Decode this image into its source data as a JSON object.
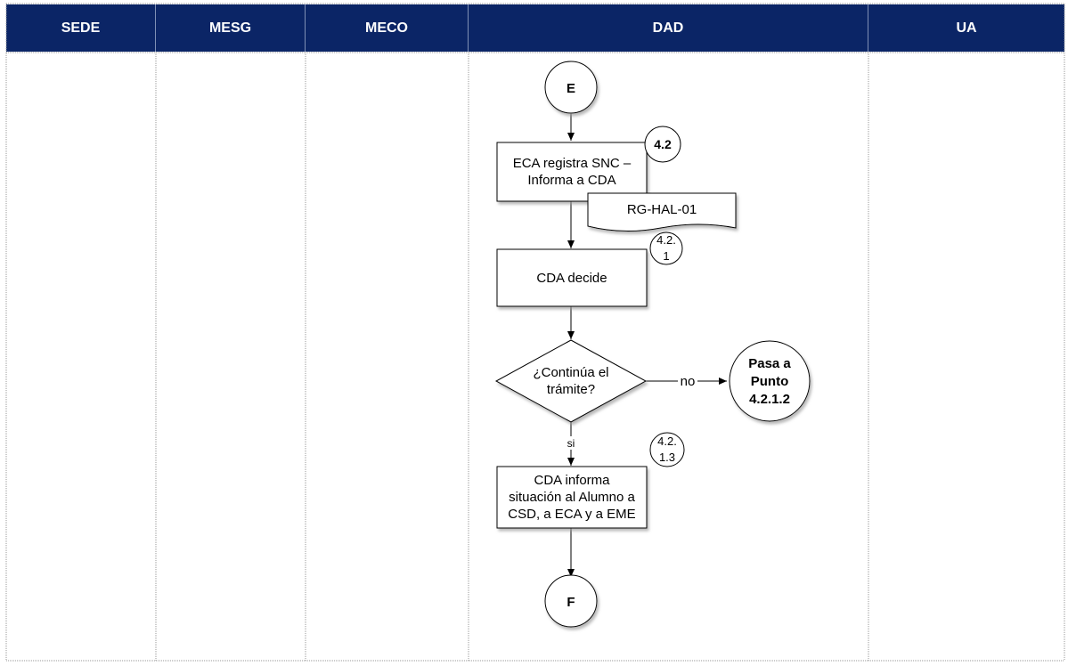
{
  "lanes": [
    "SEDE",
    "MESG",
    "MECO",
    "DAD",
    "UA"
  ],
  "nodes": {
    "start": "E",
    "end": "F",
    "step_register": {
      "line1": "ECA registra SNC –",
      "line2": "Informa a CDA"
    },
    "badge_42": "4.2",
    "document": "RG-HAL-01",
    "badge_421": {
      "line1": "4.2.",
      "line2": "1"
    },
    "step_decide": "CDA decide",
    "decision": {
      "line1": "¿Continúa el",
      "line2": "trámite?"
    },
    "label_no": "no",
    "label_si": "si",
    "goto": {
      "line1": "Pasa a",
      "line2": "Punto",
      "line3": "4.2.1.2"
    },
    "badge_4213": {
      "line1": "4.2.",
      "line2": "1.3"
    },
    "step_inform": {
      "line1": "CDA informa",
      "line2": "situación al Alumno a",
      "line3": "CSD, a ECA y a EME"
    }
  },
  "colors": {
    "header_bg": "#0b2566",
    "header_text": "#ffffff",
    "grid": "#9a9a9a",
    "line": "#000000"
  }
}
